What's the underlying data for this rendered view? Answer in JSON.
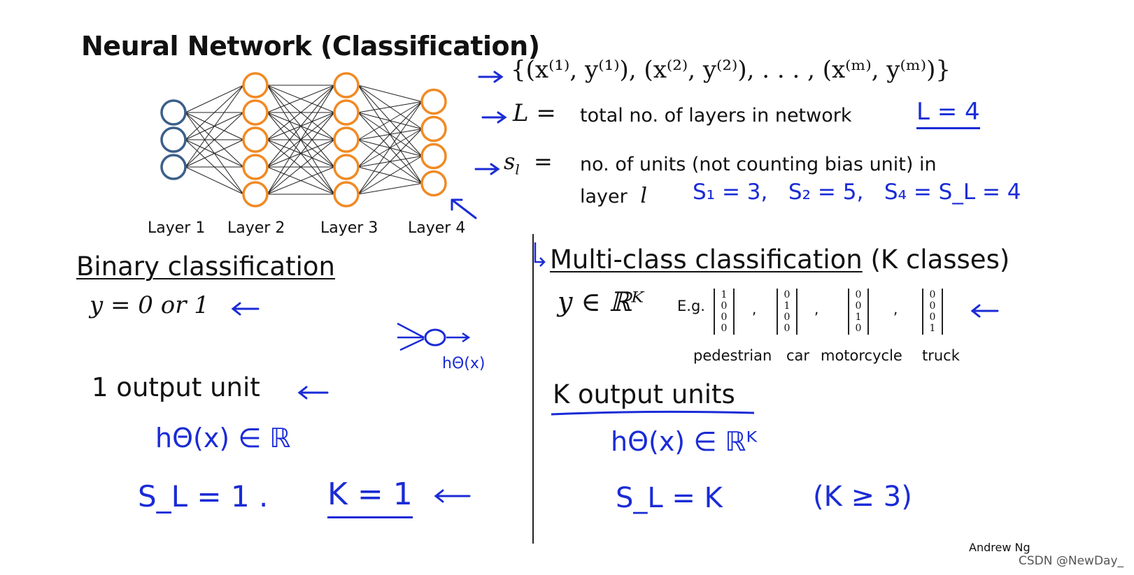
{
  "title": "Neural Network (Classification)",
  "layers": [
    "Layer 1",
    "Layer 2",
    "Layer 3",
    "Layer 4"
  ],
  "network": {
    "units_per_layer": [
      3,
      5,
      5,
      4
    ],
    "input_color": "#3b5f8a",
    "hidden_color": "#f08a24"
  },
  "defs": {
    "training_set": "{(x⁽¹⁾, y⁽¹⁾), (x⁽²⁾, y⁽²⁾), . . . , (x⁽ᵐ⁾, y⁽ᵐ⁾)}",
    "L_symbol": "L =",
    "L_text": "total no. of layers in network",
    "L_note": "L = 4",
    "s_symbol": "s",
    "s_sub": "l",
    "s_eq": "=",
    "s_text": "no. of units (not counting bias unit) in",
    "s_text2": "layer",
    "s_text2_var": "l",
    "s_note": "S₁ = 3,   S₂ = 5,   S₄ = S_L = 4"
  },
  "binary": {
    "header": "Binary classification",
    "y_def": "y = 0 or 1",
    "output": "1 output unit",
    "note_h": "hΘ(x)",
    "note_h_in": "hΘ(x) ∈ ℝ",
    "note_sl": "S_L = 1 .",
    "note_k": "K = 1"
  },
  "multi": {
    "header": "Multi-class classification",
    "header_suffix": "(K classes)",
    "y_def": "y ∈ ℝᴷ",
    "eg": "E.g.",
    "vectors": [
      [
        "1",
        "0",
        "0",
        "0"
      ],
      [
        "0",
        "1",
        "0",
        "0"
      ],
      [
        "0",
        "0",
        "1",
        "0"
      ],
      [
        "0",
        "0",
        "0",
        "1"
      ]
    ],
    "classes": [
      "pedestrian",
      "car",
      "motorcycle",
      "truck"
    ],
    "output": "K output units",
    "note_h_in": "hΘ(x) ∈ ℝᴷ",
    "note_sl": "S_L = K",
    "note_k": "(K ≥ 3)"
  },
  "author": "Andrew Ng",
  "watermark": "CSDN @NewDay_",
  "colors": {
    "ink": "#1a2bd6",
    "text": "#111111"
  }
}
